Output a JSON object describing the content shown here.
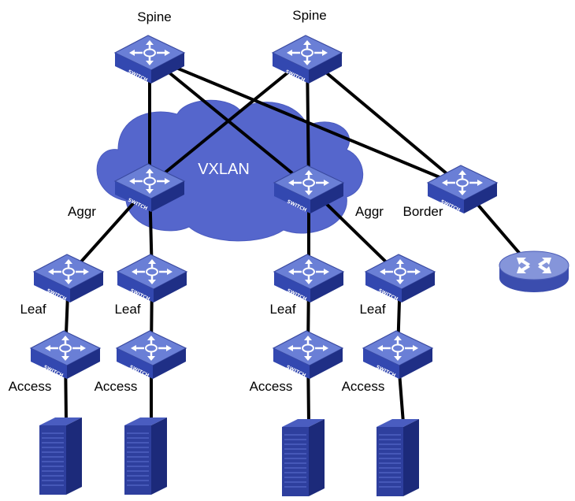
{
  "cloud": {
    "label": "VXLAN",
    "color": "#5566cc"
  },
  "switch_badge": "SWITCH",
  "nodes": {
    "spine1": {
      "label": "Spine",
      "icon": "switch-icon"
    },
    "spine2": {
      "label": "Spine",
      "icon": "switch-icon"
    },
    "aggr1": {
      "label": "Aggr",
      "icon": "switch-icon"
    },
    "aggr2": {
      "label": "Aggr",
      "icon": "switch-icon"
    },
    "border": {
      "label": "Border",
      "icon": "switch-icon"
    },
    "router": {
      "label": "",
      "icon": "router-icon"
    },
    "leaf1": {
      "label": "Leaf",
      "icon": "switch-icon"
    },
    "leaf2": {
      "label": "Leaf",
      "icon": "switch-icon"
    },
    "leaf3": {
      "label": "Leaf",
      "icon": "switch-icon"
    },
    "leaf4": {
      "label": "Leaf",
      "icon": "switch-icon"
    },
    "access1": {
      "label": "Access",
      "icon": "switch-icon"
    },
    "access2": {
      "label": "Access",
      "icon": "switch-icon"
    },
    "access3": {
      "label": "Access",
      "icon": "switch-icon"
    },
    "access4": {
      "label": "Access",
      "icon": "switch-icon"
    },
    "server1": {
      "label": "",
      "icon": "server-icon"
    },
    "server2": {
      "label": "",
      "icon": "server-icon"
    },
    "server3": {
      "label": "",
      "icon": "server-icon"
    },
    "server4": {
      "label": "",
      "icon": "server-icon"
    }
  },
  "links": [
    [
      "spine1",
      "aggr1"
    ],
    [
      "spine1",
      "aggr2"
    ],
    [
      "spine1",
      "border"
    ],
    [
      "spine2",
      "aggr1"
    ],
    [
      "spine2",
      "aggr2"
    ],
    [
      "spine2",
      "border"
    ],
    [
      "border",
      "router"
    ],
    [
      "aggr1",
      "leaf1"
    ],
    [
      "aggr1",
      "leaf2"
    ],
    [
      "aggr2",
      "leaf3"
    ],
    [
      "aggr2",
      "leaf4"
    ],
    [
      "leaf1",
      "access1"
    ],
    [
      "leaf2",
      "access2"
    ],
    [
      "leaf3",
      "access3"
    ],
    [
      "leaf4",
      "access4"
    ],
    [
      "access1",
      "server1"
    ],
    [
      "access2",
      "server2"
    ],
    [
      "access3",
      "server3"
    ],
    [
      "access4",
      "server4"
    ]
  ],
  "colors": {
    "switch_top": "#6a7fd6",
    "switch_side": "#2a3c9c",
    "router": "#7f8fd6",
    "server": "#2e3f9e"
  }
}
